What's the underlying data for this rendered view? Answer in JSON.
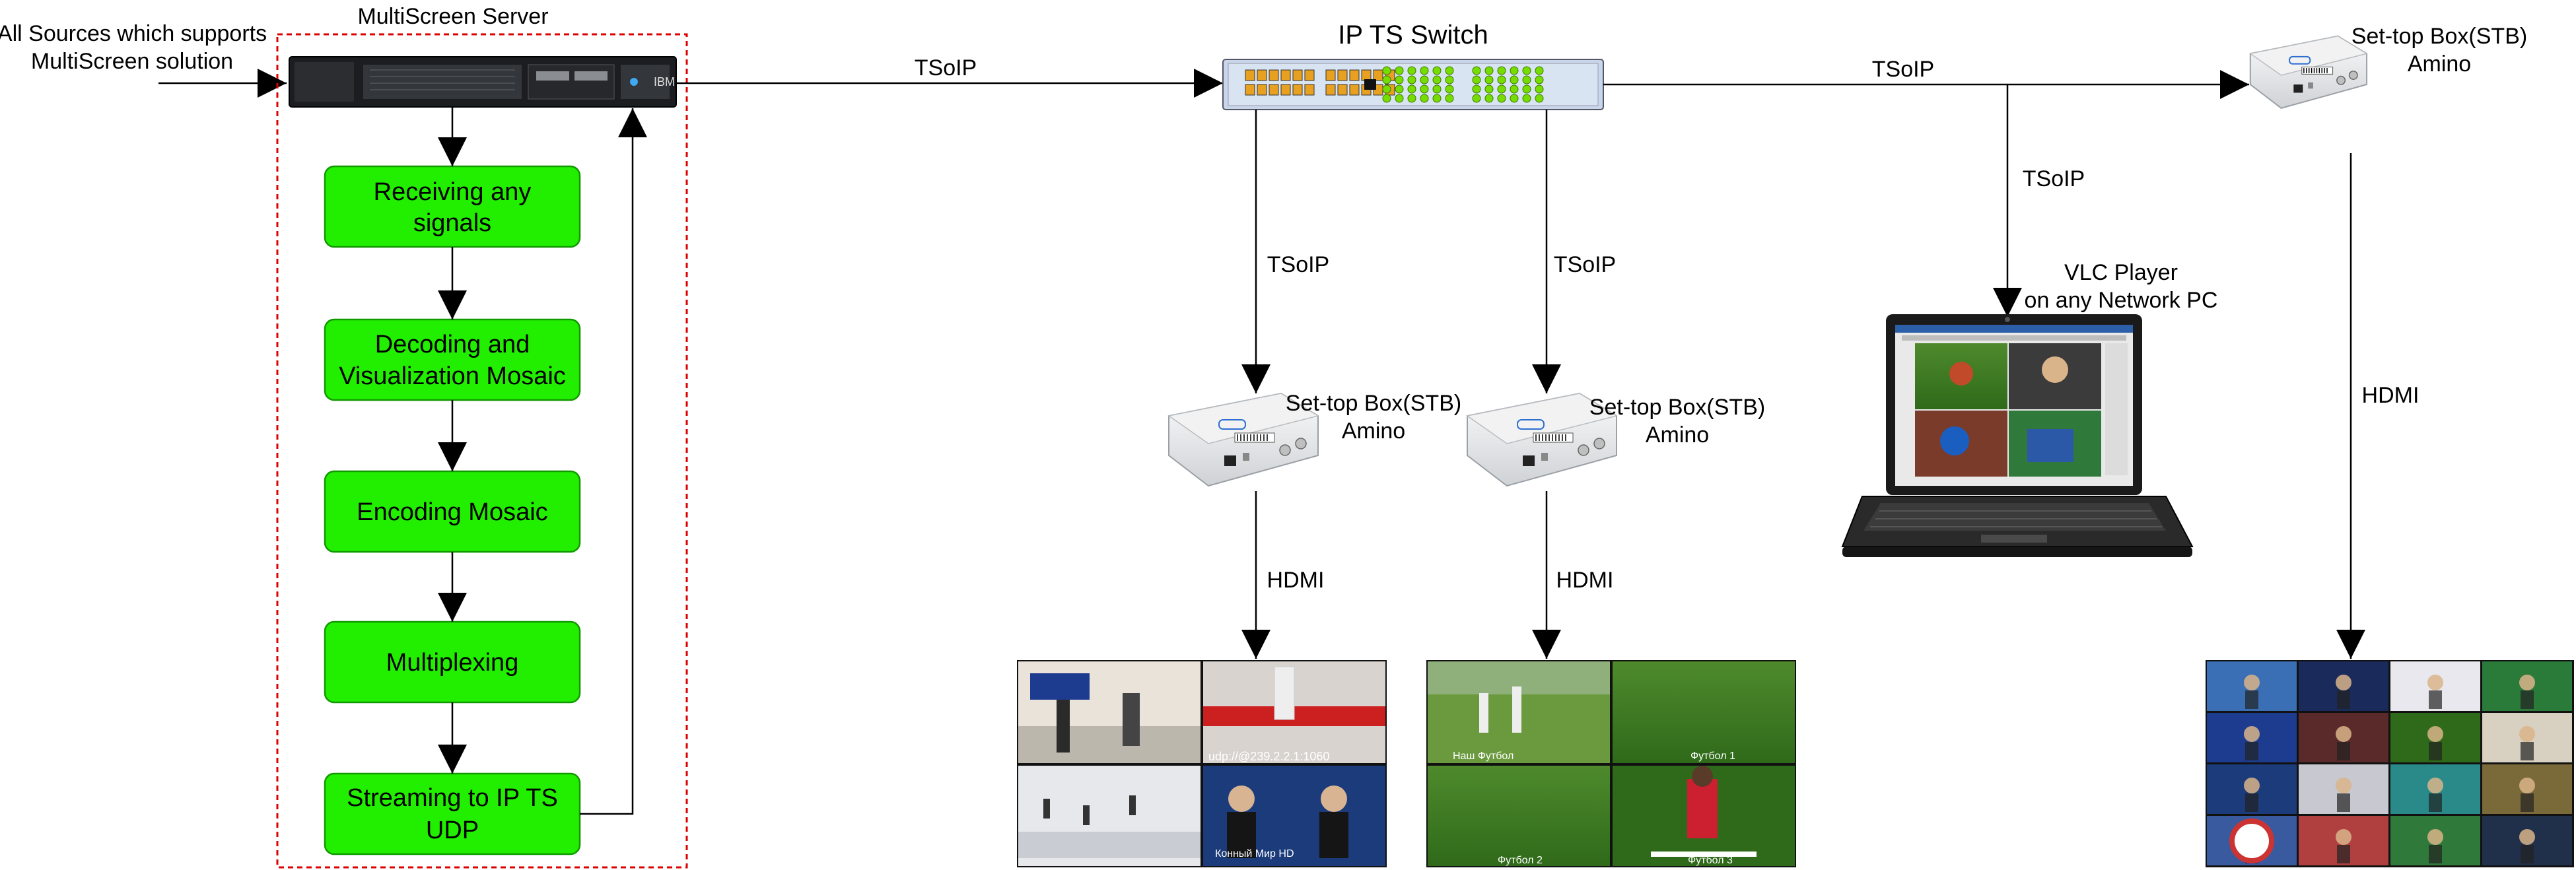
{
  "source": {
    "line1": "All Sources which supports",
    "line2": "MultiScreen solution"
  },
  "server": {
    "title": "MultiScreen Server",
    "steps": [
      {
        "line1": "Receiving any",
        "line2": "signals"
      },
      {
        "line1": "Decoding and",
        "line2": "Visualization Mosaic"
      },
      {
        "line1": "Encoding Mosaic",
        "line2": ""
      },
      {
        "line1": "Multiplexing",
        "line2": ""
      },
      {
        "line1": "Streaming to IP TS",
        "line2": "UDP"
      }
    ]
  },
  "switch": {
    "title": "IP TS Switch"
  },
  "links": {
    "server_switch": "TSoIP",
    "switch_stb_right": "TSoIP",
    "switch_pc": "TSoIP",
    "switch_stb1": "TSoIP",
    "switch_stb2": "TSoIP",
    "stb1_tv": "HDMI",
    "stb2_tv": "HDMI",
    "stb_right_tv": "HDMI"
  },
  "stb1": {
    "line1": "Set-top Box(STB)",
    "line2": "Amino"
  },
  "stb2": {
    "line1": "Set-top Box(STB)",
    "line2": "Amino"
  },
  "stb_right": {
    "line1": "Set-top Box(STB)",
    "line2": "Amino"
  },
  "pc": {
    "line1": "VLC Player",
    "line2": "on any Network PC"
  },
  "screens": {
    "tv1_caption": "udp://@239.2.2.1:1060",
    "tv1_tile": "Конный Мир HD",
    "tv2_tiles": [
      "Наш Футбол",
      "Футбол 1",
      "Футбол 2",
      "Футбол 3"
    ]
  },
  "colors": {
    "step_fill": "#22ee00",
    "step_border": "#119900",
    "server_border": "#dd0000",
    "port_orange": "#e8a020",
    "port_green": "#77dd00",
    "device_white": "#f2f2f2"
  }
}
